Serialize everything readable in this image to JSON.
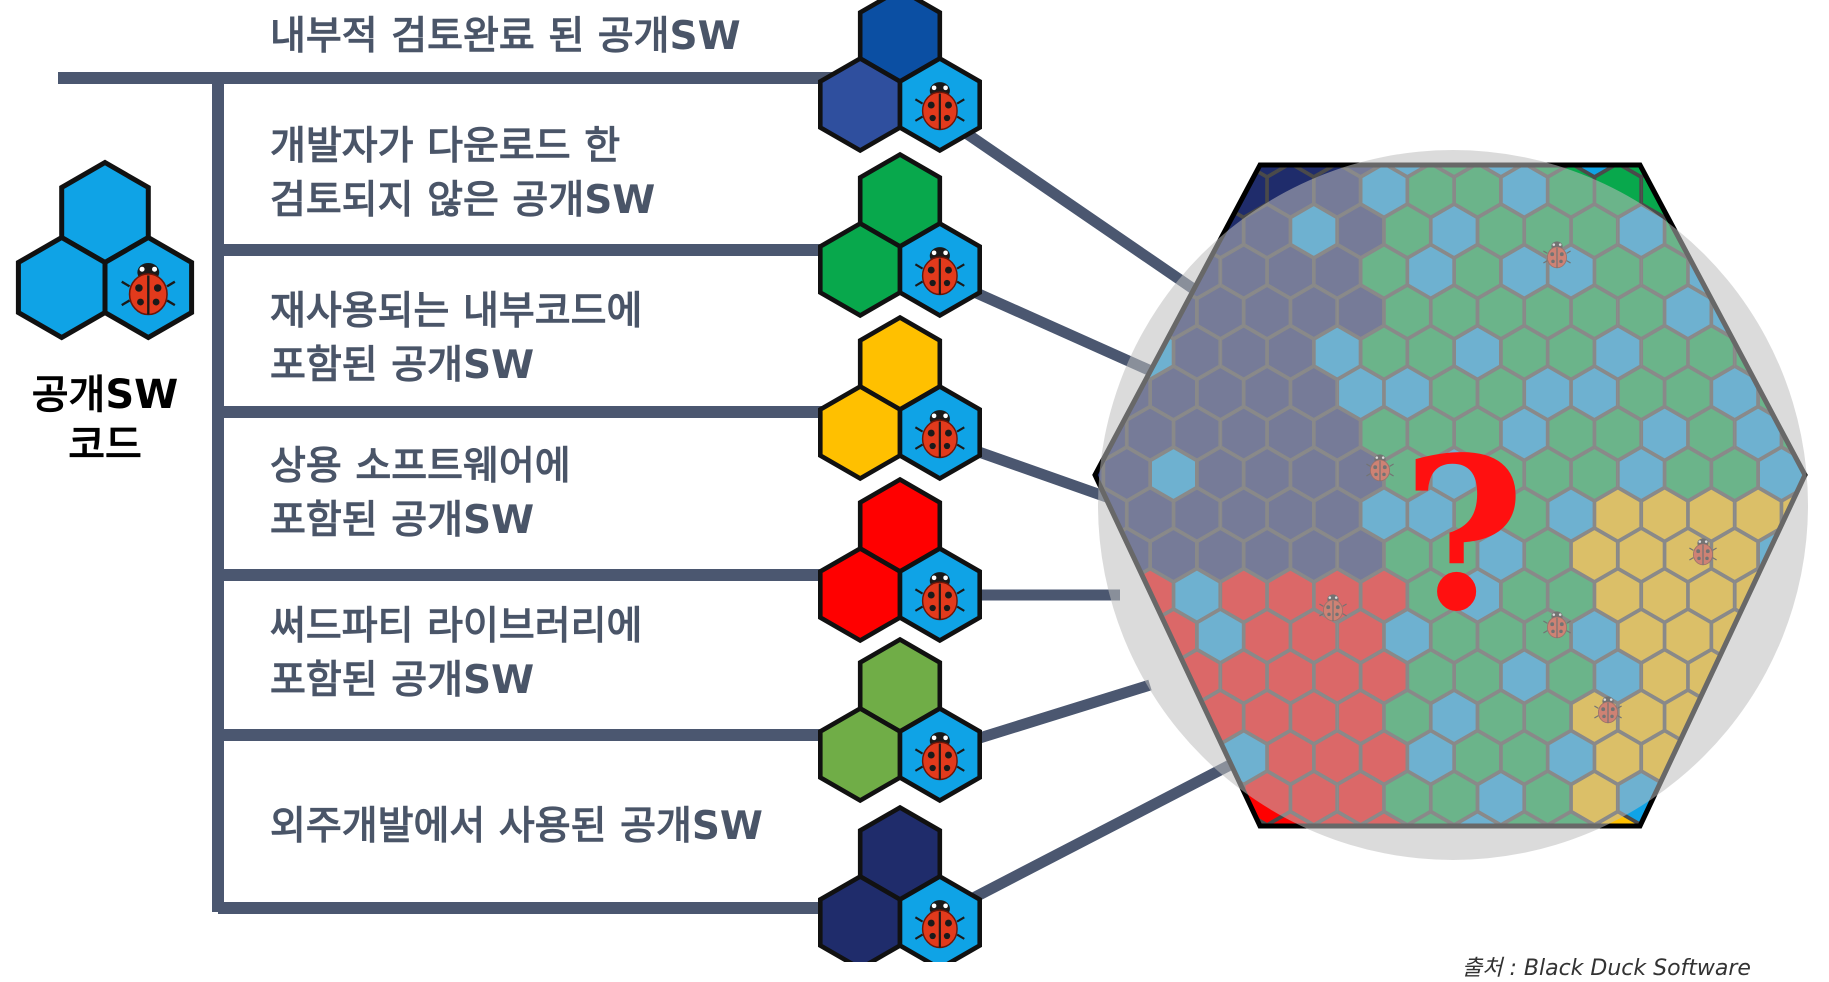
{
  "left": {
    "title_line1": "공개SW",
    "title_line2": "코드"
  },
  "rows": [
    {
      "line1": "내부적 검토완료 된 공개SW",
      "line2": ""
    },
    {
      "line1": "개발자가 다운로드 한",
      "line2": "검토되지 않은 공개SW"
    },
    {
      "line1": "재사용되는 내부코드에",
      "line2": "포함된 공개SW"
    },
    {
      "line1": "상용 소프트웨어에",
      "line2": "포함된 공개SW"
    },
    {
      "line1": "써드파티 라이브러리에",
      "line2": "포함된 공개SW"
    },
    {
      "line1": "외주개발에서 사용된 공개SW",
      "line2": ""
    }
  ],
  "source": "출처 : Black Duck Software",
  "question_mark": "?",
  "colors": {
    "line": "#4b5770",
    "bug_cell": "#0fa3e6",
    "row_icons": [
      "#0b4fa3",
      "#08a84c",
      "#ffc000",
      "#ff0000",
      "#70ad47",
      "#1f2c6b"
    ],
    "row_icons_bottom_left": [
      "#2f4f9e",
      "#08a84c",
      "#ffc000",
      "#ff0000",
      "#70ad47",
      "#1f2c6b"
    ],
    "magnifier": "#b3b3b3",
    "question": "#ff1010"
  },
  "icons": [
    "hexagon-cluster-icon",
    "ladybug-icon",
    "magnifier-lens-icon"
  ]
}
